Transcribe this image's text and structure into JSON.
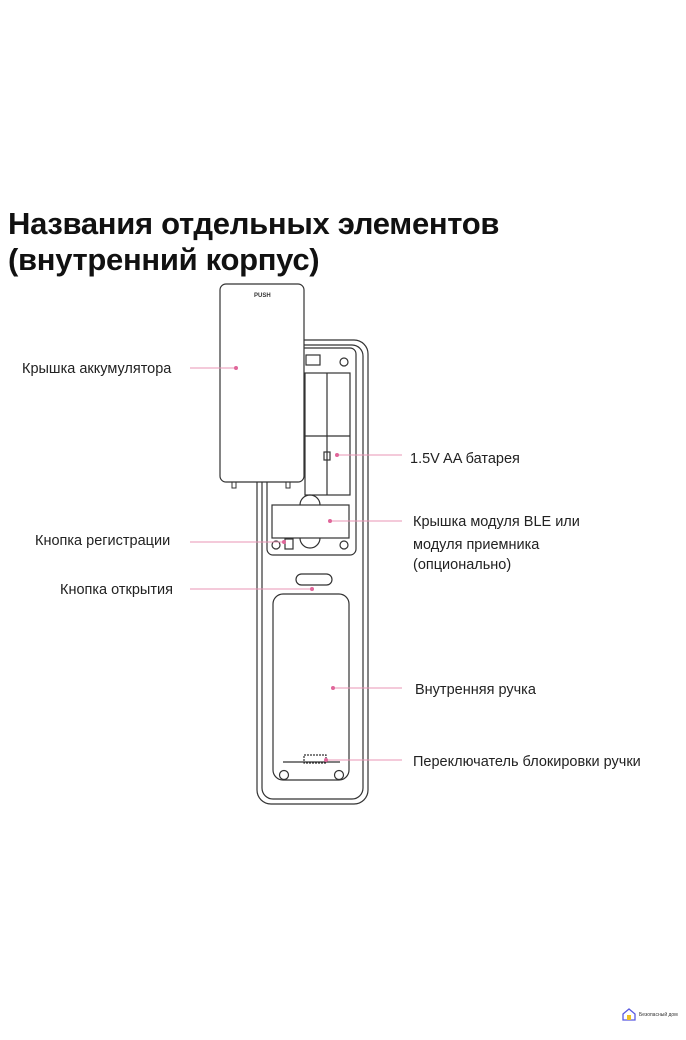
{
  "title": {
    "line1": "Названия отдельных элементов",
    "line2": "(внутренний корпус)"
  },
  "cover_text": "PUSH",
  "labels": {
    "battery_cover": "Крышка аккумулятора",
    "battery": "1.5V AA батарея",
    "module_cover_1": "Крышка модуля BLE или",
    "module_cover_2": "модуля приемника",
    "module_cover_3": "(опционально)",
    "register_button": "Кнопка регистрации",
    "open_button": "Кнопка открытия",
    "inner_handle": "Внутренняя ручка",
    "handle_lock_switch": "Переключатель блокировки ручки"
  },
  "watermark": "Безопасный дом",
  "colors": {
    "leader": "#e994b4",
    "dot": "#e0669a",
    "line": "#333333"
  }
}
